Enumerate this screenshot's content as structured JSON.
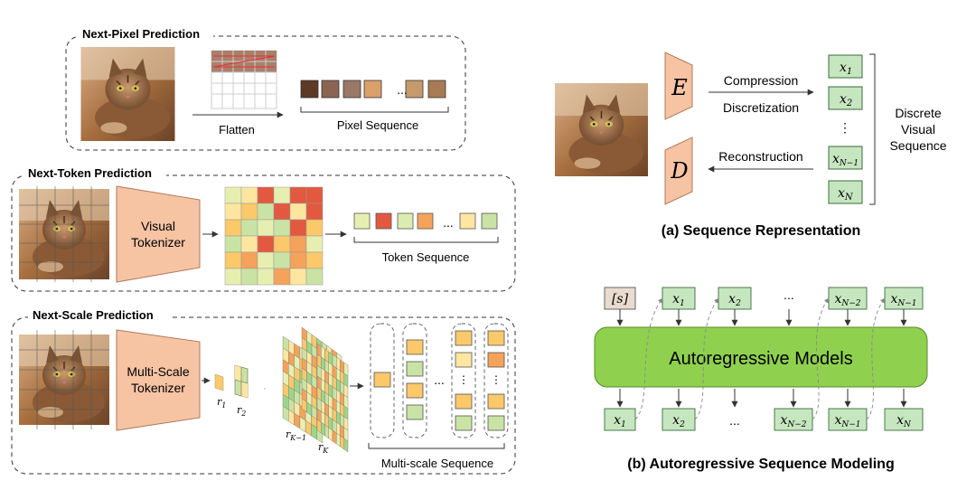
{
  "next_pixel": {
    "title": "Next-Pixel Prediction",
    "flatten_label": "Flatten",
    "sequence_label": "Pixel Sequence",
    "pixel_colors": [
      "#5c3a24",
      "#8a6552",
      "#9b7868",
      "#d9a06a",
      "#c69a6a",
      "#a97b55"
    ],
    "ellipsis": "..."
  },
  "next_token": {
    "title": "Next-Token Prediction",
    "tokenizer_label_1": "Visual",
    "tokenizer_label_2": "Tokenizer",
    "sequence_label": "Token Sequence",
    "token_colors": [
      "#e6efb0",
      "#e2593f",
      "#dcebb0",
      "#f5a25b",
      "#fde6a0",
      "#c9e3a4"
    ],
    "ellipsis": "..."
  },
  "next_scale": {
    "title": "Next-Scale Prediction",
    "tokenizer_label_1": "Multi-Scale",
    "tokenizer_label_2": "Tokenizer",
    "sequence_label": "Multi-scale Sequence",
    "r1": "r",
    "r1_sub": "1",
    "r2": "r",
    "r2_sub": "2",
    "rk1": "r",
    "rk1_sub": "K−1",
    "rk": "r",
    "rk_sub": "K",
    "ellipsis": "...",
    "vdots": "⋮"
  },
  "seq_rep": {
    "encoder": "E",
    "decoder": "D",
    "compression": "Compression",
    "discretization": "Discretization",
    "reconstruction": "Reconstruction",
    "x1": "x",
    "x1_sub": "1",
    "x2": "x",
    "x2_sub": "2",
    "dots": "⋮",
    "xn1": "x",
    "xn1_sub": "N−1",
    "xn": "x",
    "xn_sub": "N",
    "brace_label_1": "Discrete",
    "brace_label_2": "Visual",
    "brace_label_3": "Sequence",
    "caption": "(a) Sequence Representation"
  },
  "ar": {
    "model_label": "Autoregressive Models",
    "start_token": "[s]",
    "top_tokens": [
      {
        "base": "x",
        "sub": "1"
      },
      {
        "base": "x",
        "sub": "2"
      },
      {
        "base": "x",
        "sub": "N−2"
      },
      {
        "base": "x",
        "sub": "N−1"
      }
    ],
    "bottom_tokens": [
      {
        "base": "x",
        "sub": "1"
      },
      {
        "base": "x",
        "sub": "2"
      },
      {
        "base": "x",
        "sub": "N−2"
      },
      {
        "base": "x",
        "sub": "N−1"
      },
      {
        "base": "x",
        "sub": "N"
      }
    ],
    "ellipsis": "...",
    "caption": "(b) Autoregressive Sequence Modeling"
  },
  "colors": {
    "token_green": "#c6e6c0",
    "token_border": "#3b6b3b",
    "tokenizer_fill": "#f6c3a3",
    "model_green": "#8fd14f",
    "start_fill": "#e9dccf",
    "cat_orange": "#b8784a"
  }
}
